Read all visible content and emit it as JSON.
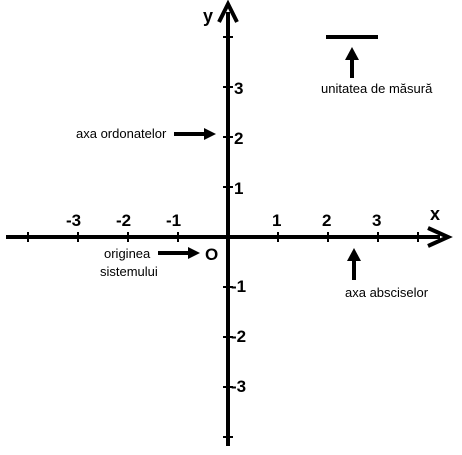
{
  "diagram": {
    "axis_x_letter": "x",
    "axis_y_letter": "y",
    "x_ticks": [
      {
        "value": -3,
        "label": "-3"
      },
      {
        "value": -2,
        "label": "-2"
      },
      {
        "value": -1,
        "label": "-1"
      },
      {
        "value": 1,
        "label": "1"
      },
      {
        "value": 2,
        "label": "2"
      },
      {
        "value": 3,
        "label": "3"
      }
    ],
    "y_ticks": [
      {
        "value": 3,
        "label": "3"
      },
      {
        "value": 2,
        "label": "2"
      },
      {
        "value": 1,
        "label": "1"
      },
      {
        "value": -1,
        "label": "-1"
      },
      {
        "value": -2,
        "label": "-2"
      },
      {
        "value": -3,
        "label": "-3"
      }
    ],
    "origin_label": "O",
    "annotations": {
      "unit": "unitatea de măsură",
      "ordinate": "axa ordonatelor",
      "origin_line1": "originea",
      "origin_line2": "sistemului",
      "abscissa": "axa absciselor"
    }
  }
}
